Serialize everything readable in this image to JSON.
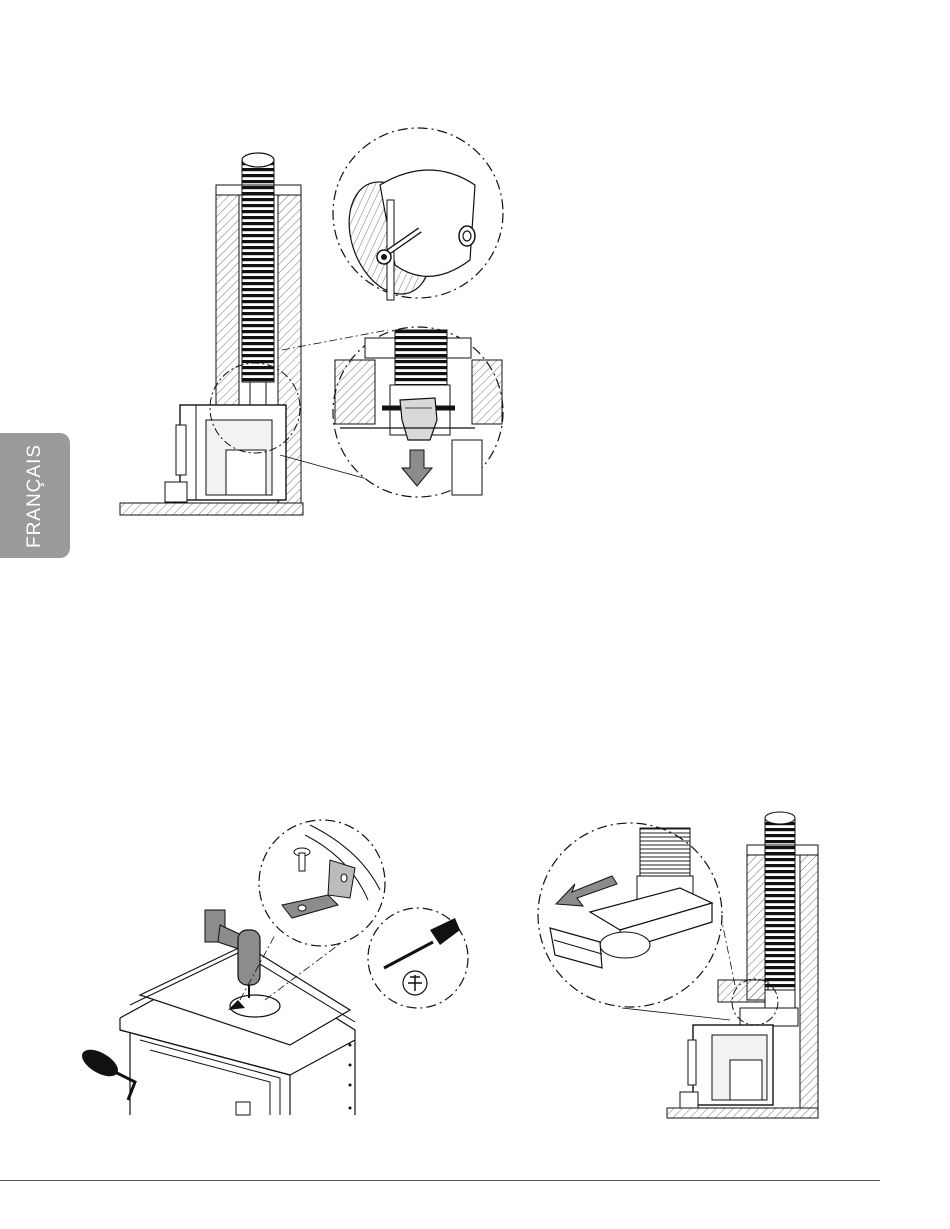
{
  "sidebar": {
    "language_tab": "FRANÇAIS"
  },
  "colors": {
    "tab_gray": "#9a9a9a",
    "line": "#111111",
    "hatch": "#555555",
    "arrow": "#8c8c8c"
  },
  "figures": [
    {
      "name": "chimney-liner-installation",
      "contents": [
        "liner",
        "chimney",
        "stove",
        "damper-detail",
        "hand-pull-detail"
      ]
    },
    {
      "name": "stove-top-drill",
      "contents": [
        "drill",
        "bracket-detail",
        "screwdriver-detail"
      ]
    },
    {
      "name": "adapter-slide-installation",
      "contents": [
        "adapter",
        "chimney",
        "stove",
        "slide-detail"
      ]
    }
  ]
}
